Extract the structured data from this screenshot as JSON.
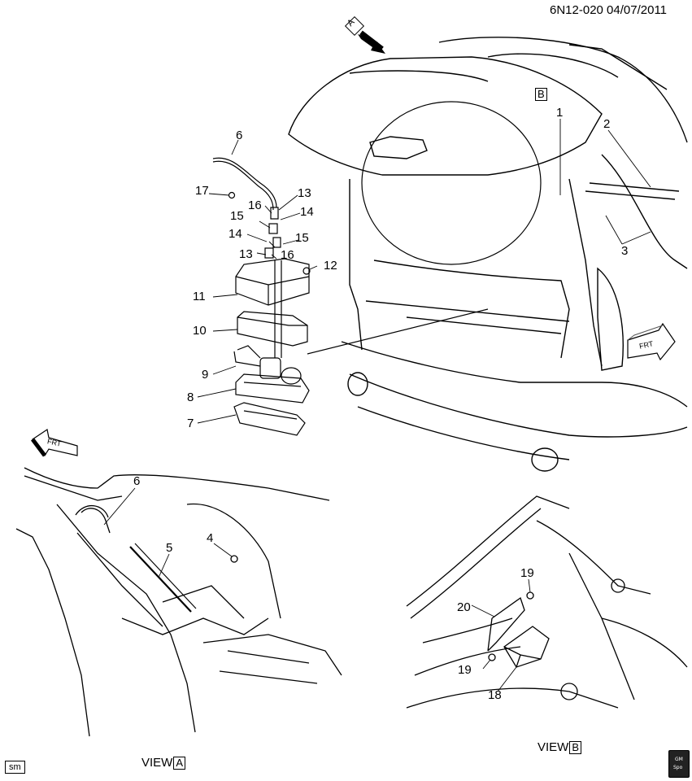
{
  "header": {
    "ref": "6N12-020  04/07/2011"
  },
  "views": {
    "main_view_marker": "A",
    "detail_view_marker": "B"
  },
  "callouts": [
    {
      "id": "c1",
      "label": "1"
    },
    {
      "id": "c2",
      "label": "2"
    },
    {
      "id": "c3",
      "label": "3"
    },
    {
      "id": "c4",
      "label": "4"
    },
    {
      "id": "c5",
      "label": "5"
    },
    {
      "id": "c6a",
      "label": "6"
    },
    {
      "id": "c6b",
      "label": "6"
    },
    {
      "id": "c7",
      "label": "7"
    },
    {
      "id": "c8",
      "label": "8"
    },
    {
      "id": "c9",
      "label": "9"
    },
    {
      "id": "c10",
      "label": "10"
    },
    {
      "id": "c11",
      "label": "11"
    },
    {
      "id": "c12",
      "label": "12"
    },
    {
      "id": "c13a",
      "label": "13"
    },
    {
      "id": "c13b",
      "label": "13"
    },
    {
      "id": "c14a",
      "label": "14"
    },
    {
      "id": "c14b",
      "label": "14"
    },
    {
      "id": "c15a",
      "label": "15"
    },
    {
      "id": "c15b",
      "label": "15"
    },
    {
      "id": "c16a",
      "label": "16"
    },
    {
      "id": "c16b",
      "label": "16"
    },
    {
      "id": "c17",
      "label": "17"
    },
    {
      "id": "c18",
      "label": "18"
    },
    {
      "id": "c19a",
      "label": "19"
    },
    {
      "id": "c19b",
      "label": "19"
    },
    {
      "id": "c20",
      "label": "20"
    }
  ],
  "footer": {
    "view_a_text": "VIEW",
    "view_a_marker": "A",
    "view_b_text": "VIEW",
    "view_b_marker": "B",
    "corner_tag": "sm",
    "corner_icon_text_1": "GM",
    "corner_icon_text_2": "Spo"
  },
  "arrows": {
    "front_arrow_label": "FRT"
  }
}
